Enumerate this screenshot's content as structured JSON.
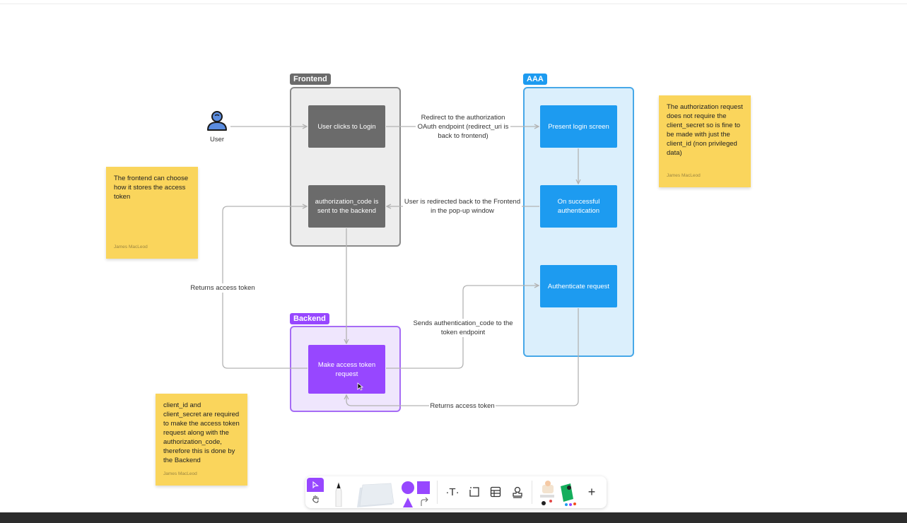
{
  "sections": {
    "frontend": "Frontend",
    "aaa": "AAA",
    "backend": "Backend"
  },
  "actor": {
    "user": "User"
  },
  "nodes": {
    "user_clicks": "User clicks to Login",
    "auth_code_sent": "authorization_code is sent to the backend",
    "present_login": "Present login screen",
    "on_success": "On successful authentication",
    "authenticate_request": "Authenticate request",
    "make_token_request": "Make access token request"
  },
  "edge_labels": {
    "redirect": "Redirect to the authorization OAuth endpoint (redirect_uri is back to frontend)",
    "redirected_back": "User is redirected back to the Frontend in the pop-up window",
    "returns_token_left": "Returns access token",
    "sends_auth_code": "Sends authentication_code to the token endpoint",
    "returns_token_bottom": "Returns access token"
  },
  "stickies": {
    "frontend_storage": {
      "text": "The frontend can choose how it stores the access token",
      "author": "James MacLeod"
    },
    "auth_request": {
      "text": "The authorization request does not require the client_secret so is fine to be made with just the client_id (non privileged data)",
      "author": "James MacLeod"
    },
    "client_secret": {
      "text": "client_id and client_secret are required to make the access token request along with the authorization_code, therefore this is done by the Backend",
      "author": "James MacLeod"
    }
  },
  "colors": {
    "frontend_node": "#6b6b6b",
    "frontend_section": "#ededed",
    "aaa_node": "#1d9bf0",
    "aaa_section": "#dbeffc",
    "backend_node": "#9747ff",
    "backend_section": "#efe6fd",
    "sticky": "#fad55c",
    "edge": "#b3b3b3"
  },
  "toolbar": {
    "tools": [
      "select-tool",
      "hand-tool",
      "pen-tool",
      "sticky-note-tool",
      "shape-tool",
      "connector-tool",
      "text-tool",
      "section-tool",
      "table-tool",
      "stamp-tool",
      "widgets-tool",
      "more-tool"
    ],
    "text_tool_label": "T",
    "more_label": "+"
  }
}
